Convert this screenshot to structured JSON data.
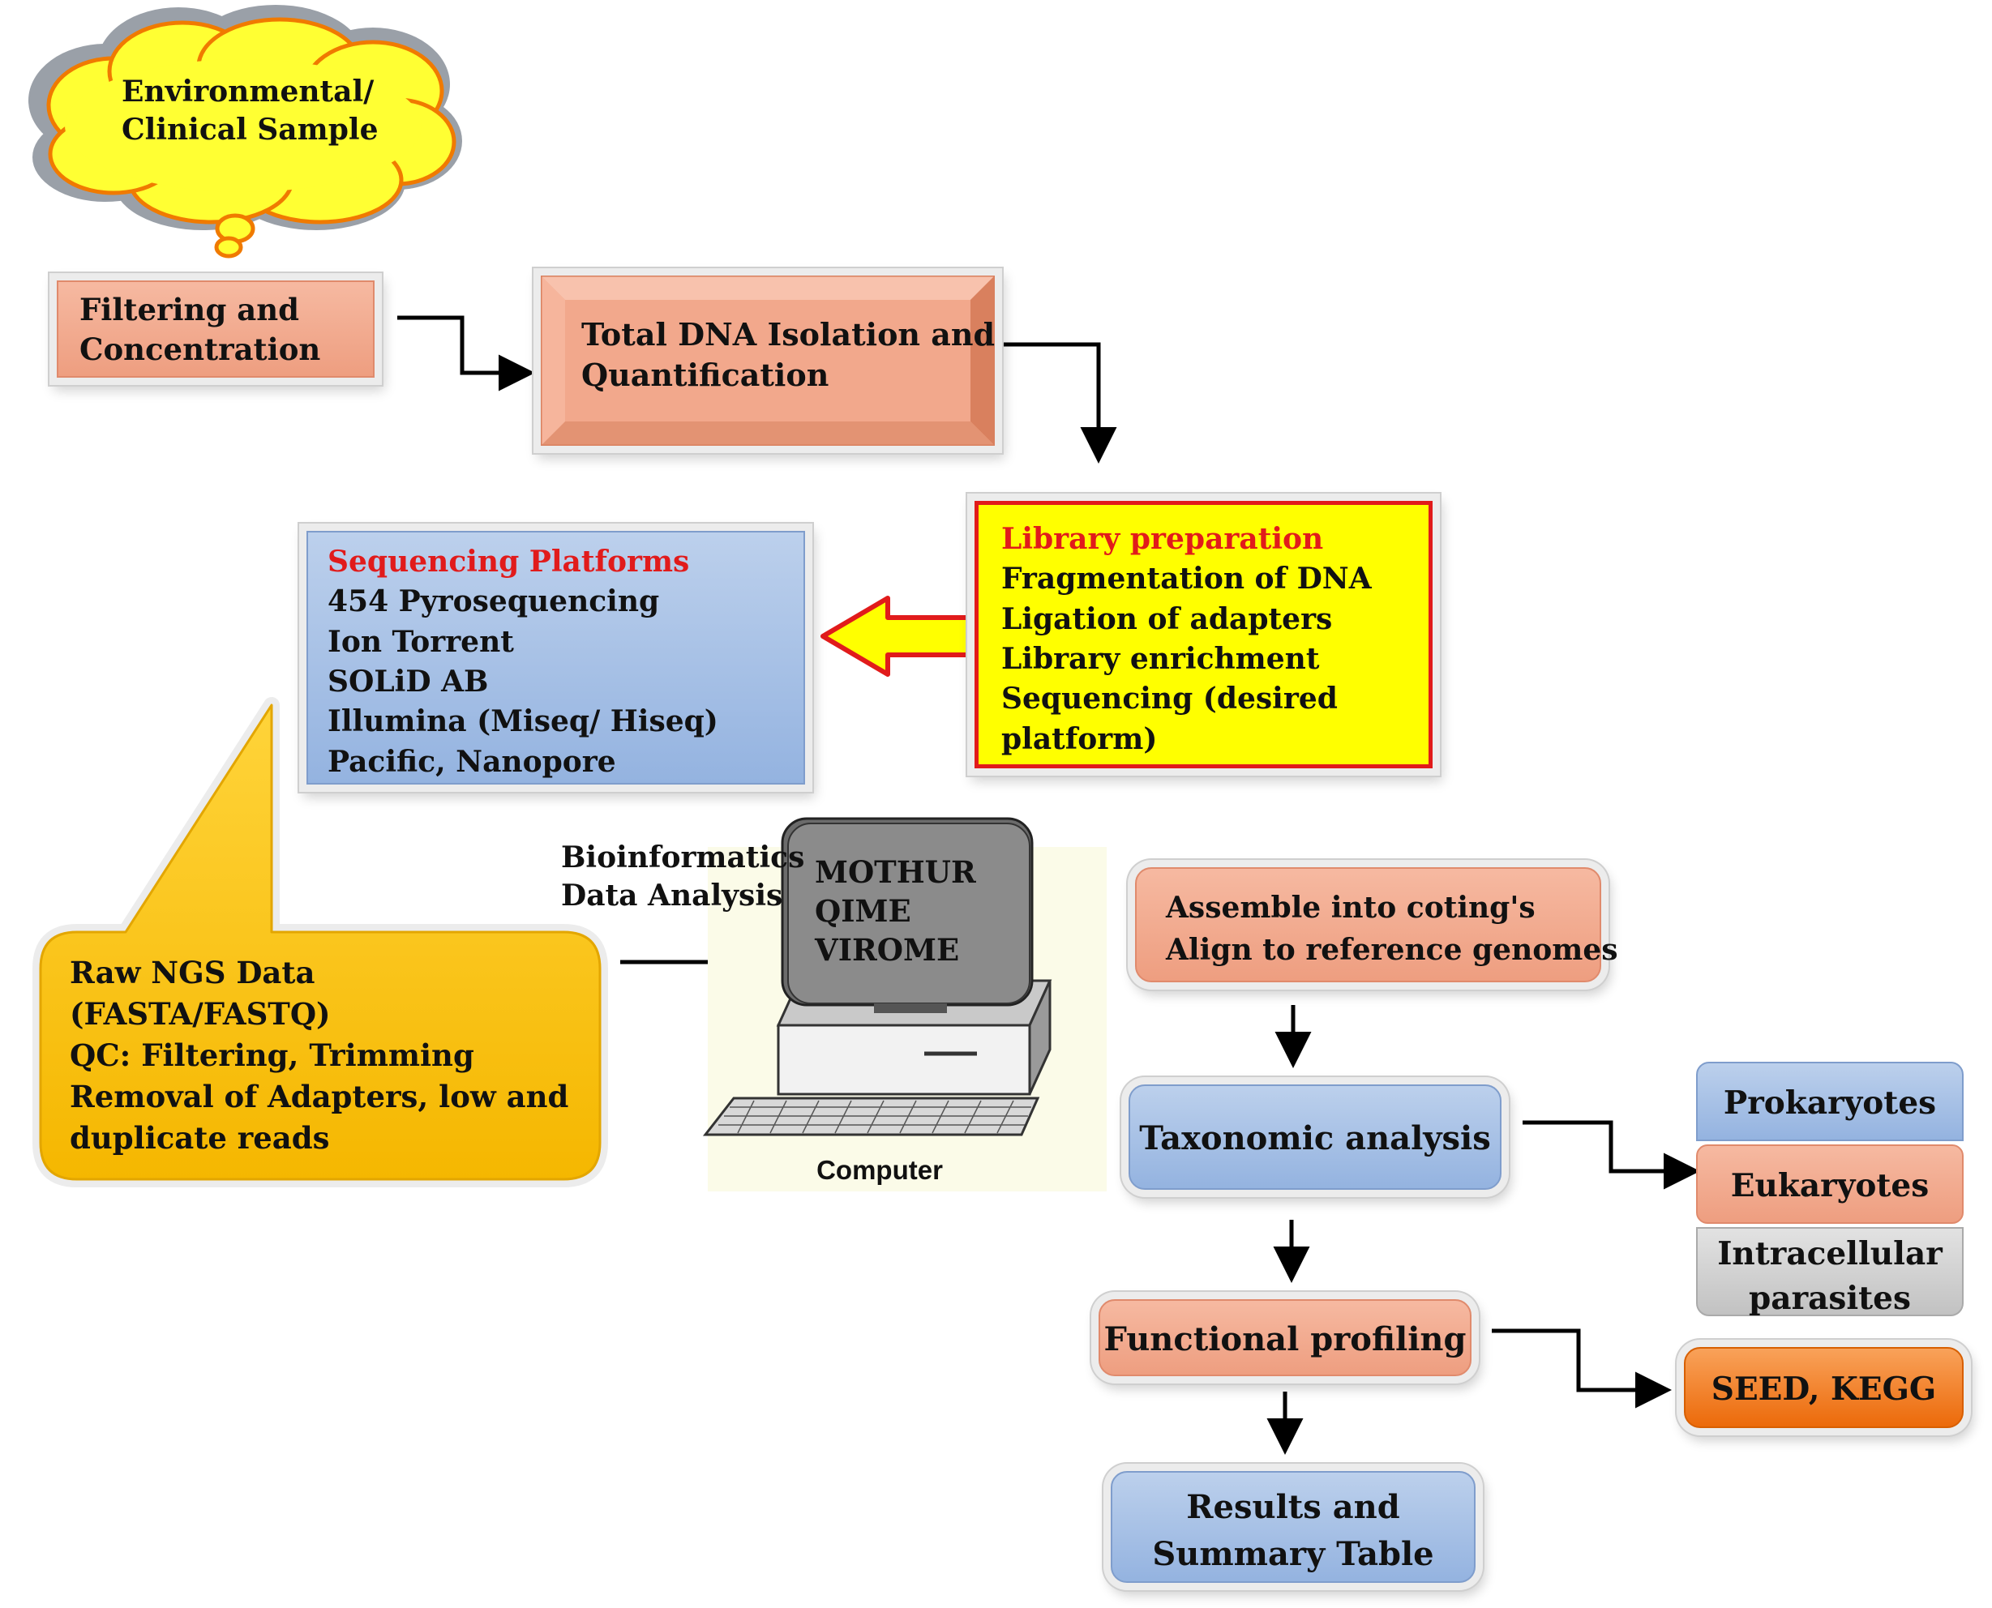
{
  "cloud": {
    "line1": "Environmental/",
    "line2": "Clinical Sample"
  },
  "filtering": {
    "line1": "Filtering and",
    "line2": "Concentration"
  },
  "dna_isolation": {
    "line1": "Total DNA Isolation and",
    "line2": "Quantification"
  },
  "library": {
    "title": "Library preparation",
    "items": [
      "Fragmentation of DNA",
      "Ligation of adapters",
      "Library enrichment",
      "Sequencing (desired",
      "platform)"
    ]
  },
  "sequencing": {
    "title": "Sequencing Platforms",
    "items": [
      "454 Pyrosequencing",
      "Ion Torrent",
      "SOLiD AB",
      "Illumina (Miseq/ Hiseq)",
      "Pacific, Nanopore"
    ]
  },
  "raw_data": {
    "items": [
      "Raw NGS Data",
      "(FASTA/FASTQ)",
      "QC: Filtering, Trimming",
      "Removal of Adapters, low and",
      "duplicate reads"
    ]
  },
  "bioinformatics": {
    "line1": "Bioinformatics",
    "line2": "Data Analysis"
  },
  "computer": {
    "screen": [
      "MOTHUR",
      "QIME",
      "VIROME"
    ],
    "caption": "Computer"
  },
  "assemble": {
    "line1": "Assemble into coting's",
    "line2": "Align to reference genomes"
  },
  "taxonomic": {
    "label": "Taxonomic analysis"
  },
  "organisms": {
    "prokaryotes": "Prokaryotes",
    "eukaryotes": "Eukaryotes",
    "parasites_line1": "Intracellular",
    "parasites_line2": "parasites"
  },
  "functional": {
    "label": "Functional profiling"
  },
  "seed_kegg": {
    "label": "SEED, KEGG"
  },
  "results": {
    "line1": "Results and",
    "line2": "Summary Table"
  },
  "colors": {
    "salmon": "#f2a88c",
    "blue": "#a6bfe6",
    "yellow": "#ffff00",
    "orange": "#f0760f",
    "gold": "#f7bd00",
    "grey": "#cfcfcf",
    "red": "#e11b1b",
    "cloud_yellow": "#ffff33"
  }
}
